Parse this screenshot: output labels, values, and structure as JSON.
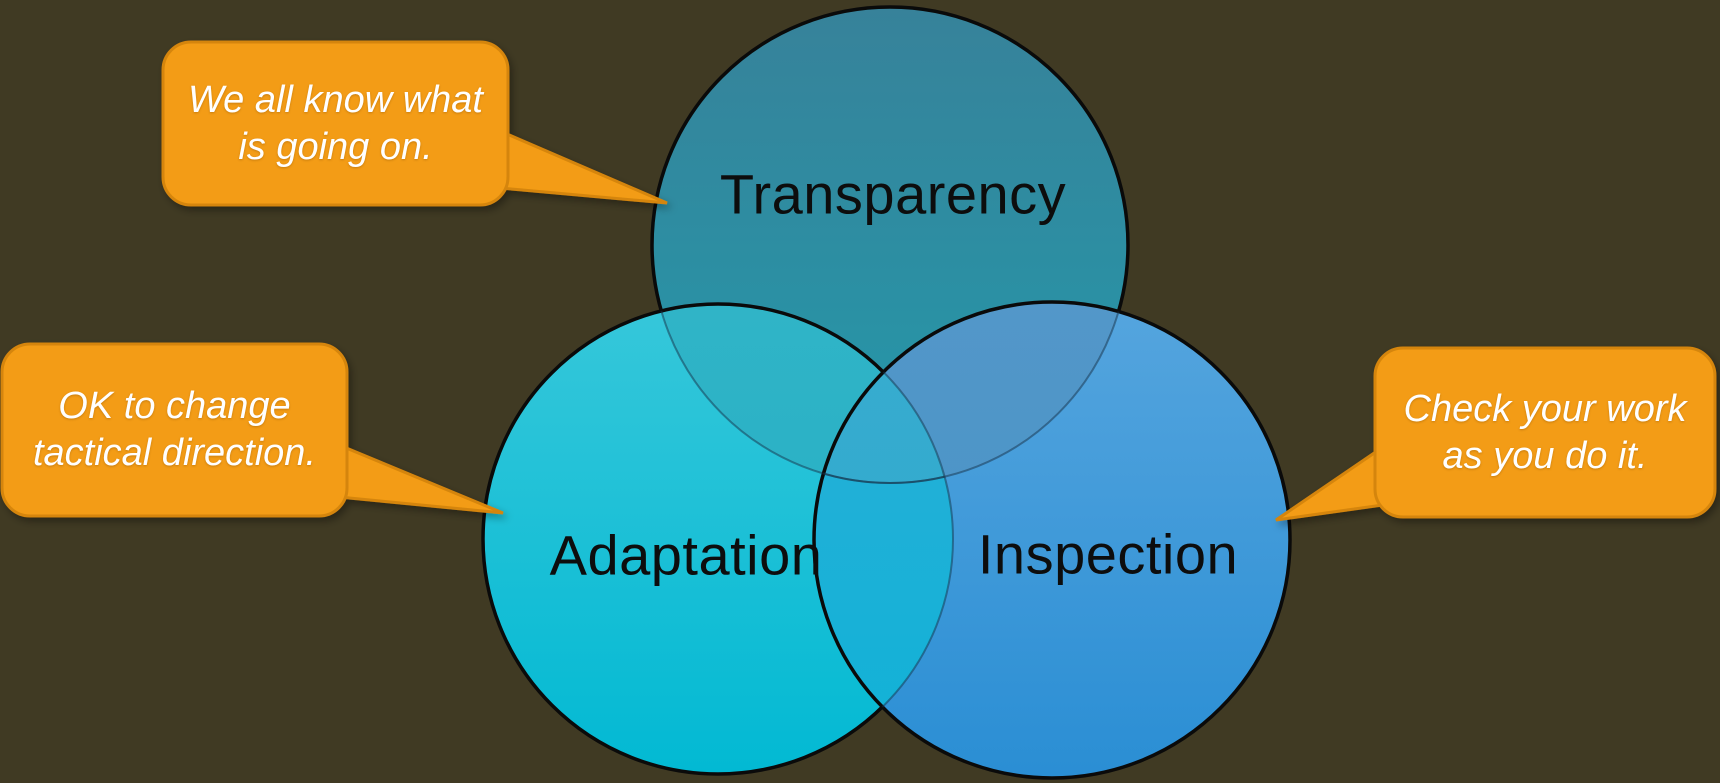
{
  "colors": {
    "background": "#403A23",
    "outline": "#0A0A0A",
    "inner_arc": "#16324A",
    "callout_fill": "#F39C12",
    "callout_border": "#D5850C",
    "callout_text": "#FFFFFF",
    "label_text": "#0D0D0D",
    "transparency_top": "#37829A",
    "transparency_bottom": "#2399AA",
    "adaptation_top": "#36C7DA",
    "adaptation_bottom": "#02B9D3",
    "inspection_top": "#55A5DE",
    "inspection_bottom": "#2A8ED4",
    "overlap_ta_top": "#30B4C7",
    "overlap_ta_bottom": "#22AEC4",
    "overlap_ti_top": "#5397C9",
    "overlap_ti_bottom": "#4392C6",
    "overlap_ai_top": "#2BAFD7",
    "overlap_ai_bottom": "#0FB2D7",
    "overlap_center_top": "#39ACCF",
    "overlap_center_bottom": "#2BA9CE"
  },
  "circles": [
    {
      "label": "Transparency"
    },
    {
      "label": "Adaptation"
    },
    {
      "label": "Inspection"
    }
  ],
  "callouts": [
    {
      "lines": [
        "We all know what",
        "is going on."
      ],
      "points_to": "Transparency"
    },
    {
      "lines": [
        "OK to change",
        "tactical direction."
      ],
      "points_to": "Adaptation"
    },
    {
      "lines": [
        "Check your work",
        "as you do it."
      ],
      "points_to": "Inspection"
    }
  ]
}
